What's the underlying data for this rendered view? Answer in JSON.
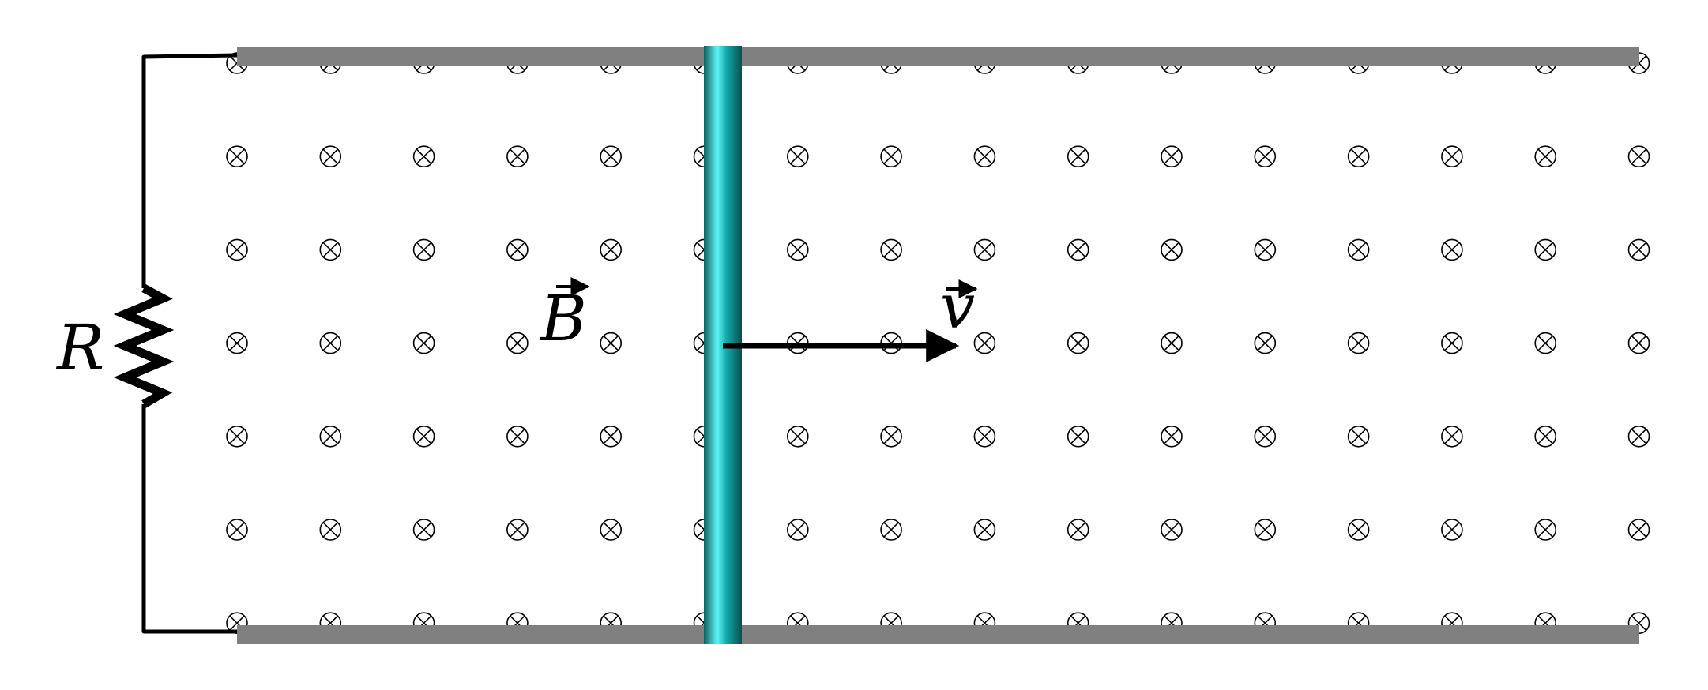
{
  "labels": {
    "resistor": "R",
    "field": "B",
    "velocity": "v"
  },
  "field": {
    "symbol": "⊗",
    "meaning": "into-page",
    "rows": 7,
    "cols": 16
  },
  "colors": {
    "rail": "#808080",
    "rod_dark": "#0b5e5e",
    "rod_mid": "#12a8a8",
    "rod_light": "#5ff6f6",
    "wire": "#000000",
    "field_symbol": "#000000"
  }
}
